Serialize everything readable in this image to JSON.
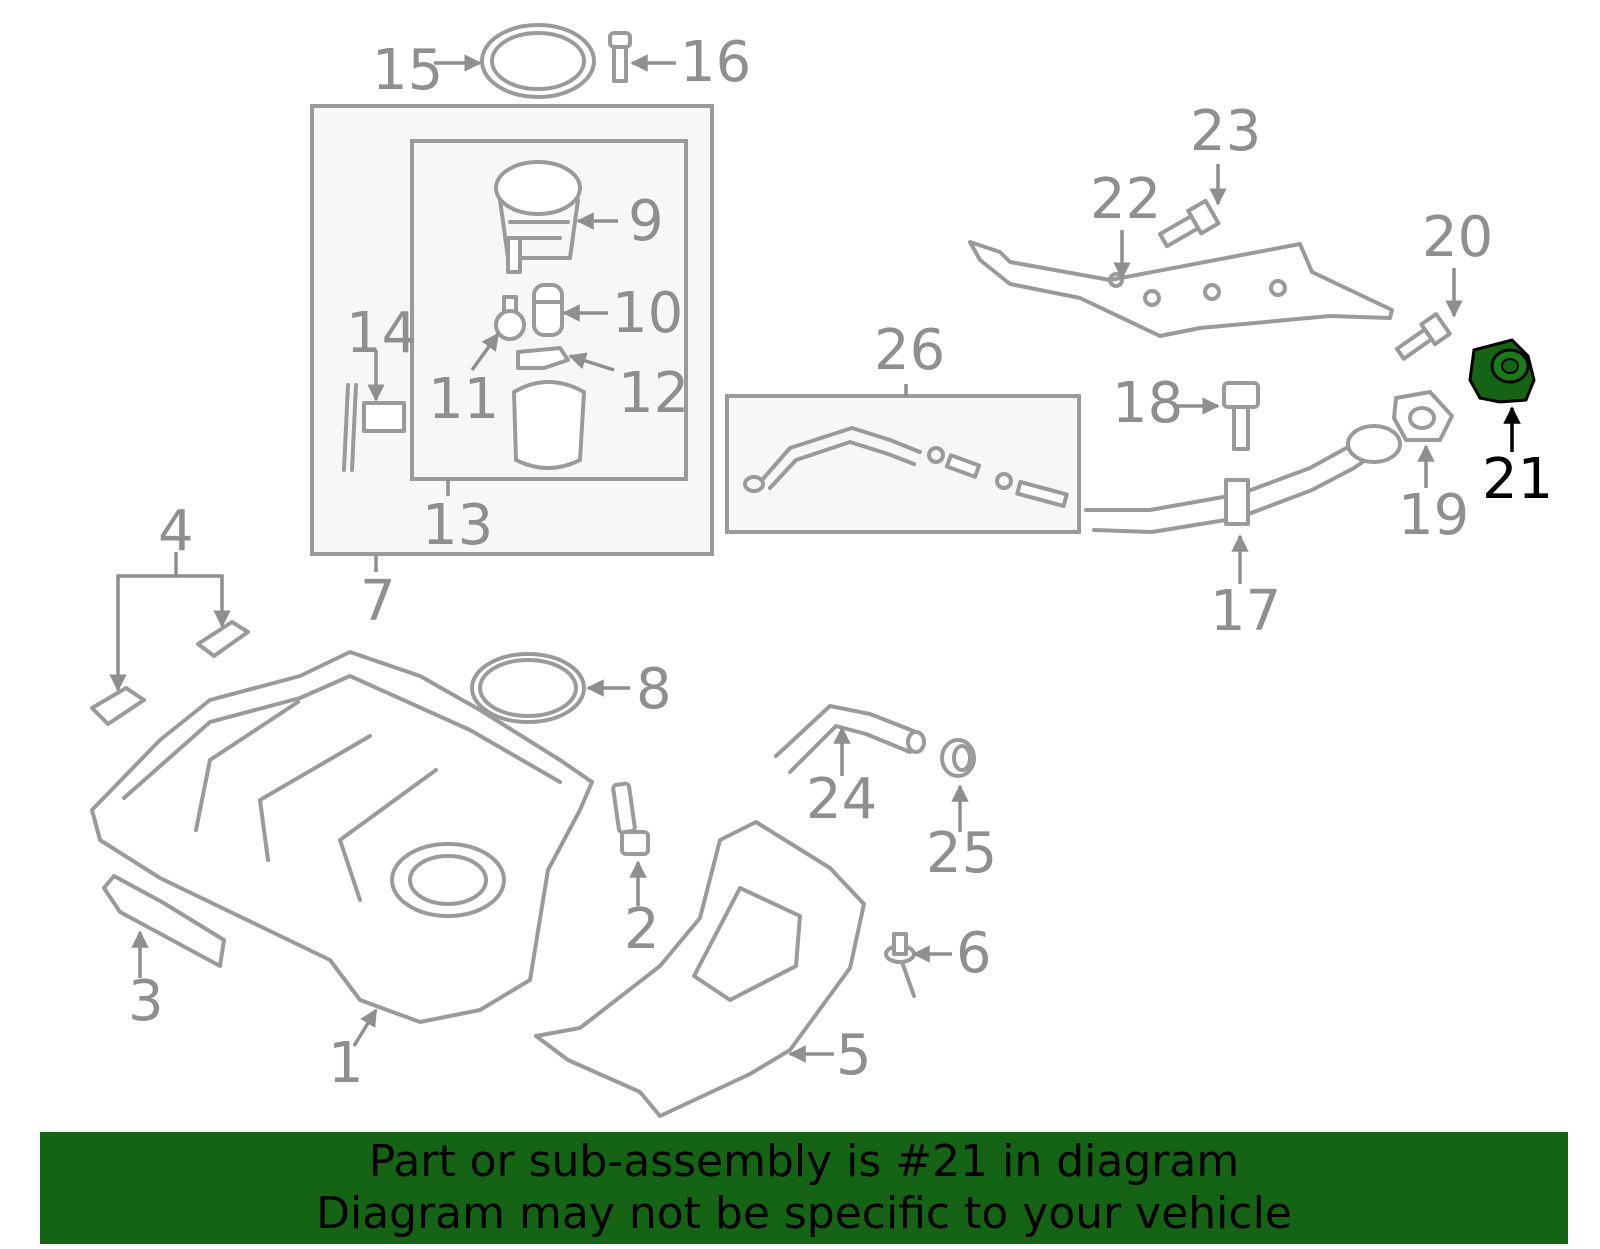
{
  "diagram": {
    "callouts": [
      "1",
      "2",
      "3",
      "4",
      "5",
      "6",
      "7",
      "8",
      "9",
      "10",
      "11",
      "12",
      "13",
      "14",
      "15",
      "16",
      "17",
      "18",
      "19",
      "20",
      "21",
      "22",
      "23",
      "24",
      "25",
      "26"
    ],
    "highlighted_callout": "21",
    "highlight_color": "#156315",
    "part_line_color": "#9a9a9a"
  },
  "banner": {
    "line1": "Part or sub-assembly is #21 in diagram",
    "line2": "Diagram may not be specific to your vehicle",
    "background": "#156315"
  }
}
